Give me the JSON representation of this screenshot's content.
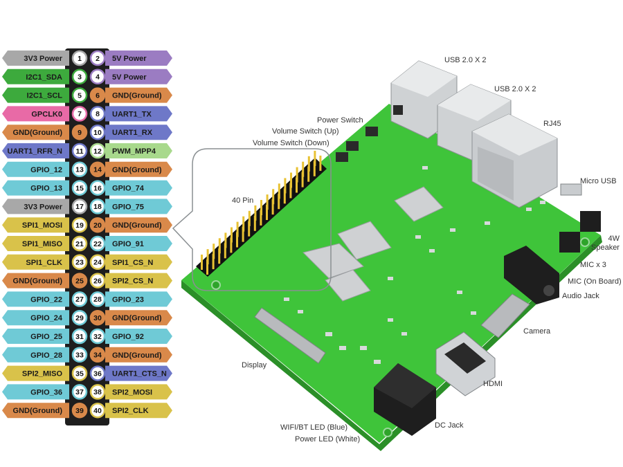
{
  "colors": {
    "power": "#a8a8a8",
    "power5v": "#9b7cc2",
    "i2c": "#3daa3d",
    "ground": "#d9894a",
    "gpclk": "#e86aa6",
    "uart": "#6e78c8",
    "pwm": "#a8d98c",
    "gpio": "#6fcad6",
    "spi": "#d9c24a",
    "header": "#1e1e1e",
    "board": "#3fc43a",
    "boardDark": "#2fa52b"
  },
  "pins": [
    {
      "num": "1",
      "label": "3V3 Power",
      "type": "power"
    },
    {
      "num": "2",
      "label": "5V Power",
      "type": "power5v"
    },
    {
      "num": "3",
      "label": "I2C1_SDA",
      "type": "i2c"
    },
    {
      "num": "4",
      "label": "5V Power",
      "type": "power5v"
    },
    {
      "num": "5",
      "label": "I2C1_SCL",
      "type": "i2c"
    },
    {
      "num": "6",
      "label": "GND(Ground)",
      "type": "ground"
    },
    {
      "num": "7",
      "label": "GPCLK0",
      "type": "gpclk"
    },
    {
      "num": "8",
      "label": "UART1_TX",
      "type": "uart"
    },
    {
      "num": "9",
      "label": "GND(Ground)",
      "type": "ground"
    },
    {
      "num": "10",
      "label": "UART1_RX",
      "type": "uart"
    },
    {
      "num": "11",
      "label": "UART1_RFR_N",
      "type": "uart"
    },
    {
      "num": "12",
      "label": "PWM_MPP4",
      "type": "pwm"
    },
    {
      "num": "13",
      "label": "GPIO_12",
      "type": "gpio"
    },
    {
      "num": "14",
      "label": "GND(Ground)",
      "type": "ground"
    },
    {
      "num": "15",
      "label": "GPIO_13",
      "type": "gpio"
    },
    {
      "num": "16",
      "label": "GPIO_74",
      "type": "gpio"
    },
    {
      "num": "17",
      "label": "3V3 Power",
      "type": "power"
    },
    {
      "num": "18",
      "label": "GPIO_75",
      "type": "gpio"
    },
    {
      "num": "19",
      "label": "SPI1_MOSI",
      "type": "spi"
    },
    {
      "num": "20",
      "label": "GND(Ground)",
      "type": "ground"
    },
    {
      "num": "21",
      "label": "SPI1_MISO",
      "type": "spi"
    },
    {
      "num": "22",
      "label": "GPIO_91",
      "type": "gpio"
    },
    {
      "num": "23",
      "label": "SPI1_CLK",
      "type": "spi"
    },
    {
      "num": "24",
      "label": "SPI1_CS_N",
      "type": "spi"
    },
    {
      "num": "25",
      "label": "GND(Ground)",
      "type": "ground"
    },
    {
      "num": "26",
      "label": "SPI2_CS_N",
      "type": "spi"
    },
    {
      "num": "27",
      "label": "GPIO_22",
      "type": "gpio"
    },
    {
      "num": "28",
      "label": "GPIO_23",
      "type": "gpio"
    },
    {
      "num": "29",
      "label": "GPIO_24",
      "type": "gpio"
    },
    {
      "num": "30",
      "label": "GND(Ground)",
      "type": "ground"
    },
    {
      "num": "31",
      "label": "GPIO_25",
      "type": "gpio"
    },
    {
      "num": "32",
      "label": "GPIO_92",
      "type": "gpio"
    },
    {
      "num": "33",
      "label": "GPIO_28",
      "type": "gpio"
    },
    {
      "num": "34",
      "label": "GND(Ground)",
      "type": "ground"
    },
    {
      "num": "35",
      "label": "SPI2_MISO",
      "type": "spi"
    },
    {
      "num": "36",
      "label": "UART1_CTS_N",
      "type": "uart"
    },
    {
      "num": "37",
      "label": "GPIO_36",
      "type": "gpio"
    },
    {
      "num": "38",
      "label": "SPI2_MOSI",
      "type": "spi"
    },
    {
      "num": "39",
      "label": "GND(Ground)",
      "type": "ground"
    },
    {
      "num": "40",
      "label": "SPI2_CLK",
      "type": "spi"
    }
  ],
  "callouts": {
    "usb_top": "USB 2.0 X 2",
    "usb_mid": "USB 2.0 X 2",
    "rj45": "RJ45",
    "power_switch": "Power Switch",
    "volume_up": "Volume Switch (Up)",
    "volume_down": "Volume Switch (Down)",
    "micro_usb": "Micro USB",
    "pin40": "40 Pin",
    "speaker": "4W\nSpeaker",
    "mic3": "MIC x 3",
    "mic_onboard": "MIC (On Board)",
    "audio_jack": "Audio Jack",
    "camera": "Camera",
    "display": "Display",
    "hdmi": "HDMI",
    "dc_jack": "DC Jack",
    "wifi_led": "WIFI/BT LED (Blue)",
    "power_led": "Power LED (White)"
  }
}
